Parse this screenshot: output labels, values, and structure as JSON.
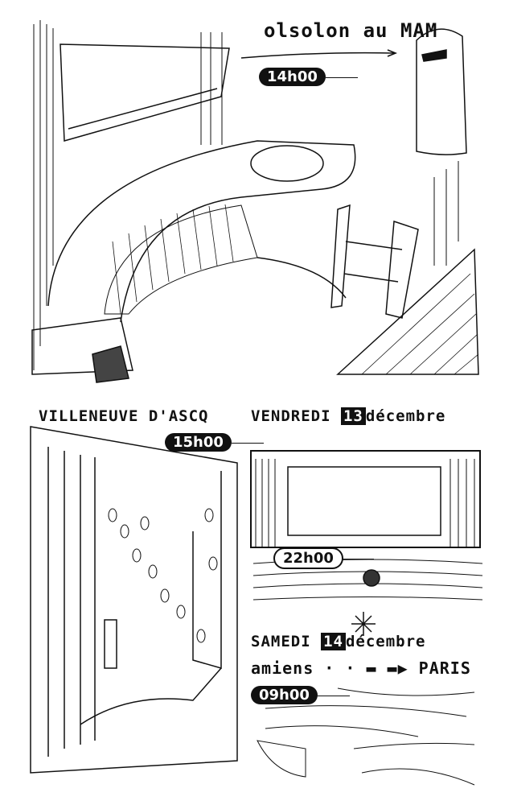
{
  "panel_top": {
    "place_text": "olsolon au MAM",
    "time": "14h00"
  },
  "panel_bottom_left": {
    "place": "VILLENEUVE D'ASCQ",
    "time": "15h00"
  },
  "panel_bottom_right": {
    "day": "VENDREDI",
    "date_num": "13",
    "month": "décembre",
    "time": "22h00"
  },
  "panel_bottom_right_lower": {
    "day": "SAMEDI",
    "date_num": "14",
    "month": "décembre",
    "from": "amiens",
    "to": "PARIS",
    "time": "09h00"
  }
}
